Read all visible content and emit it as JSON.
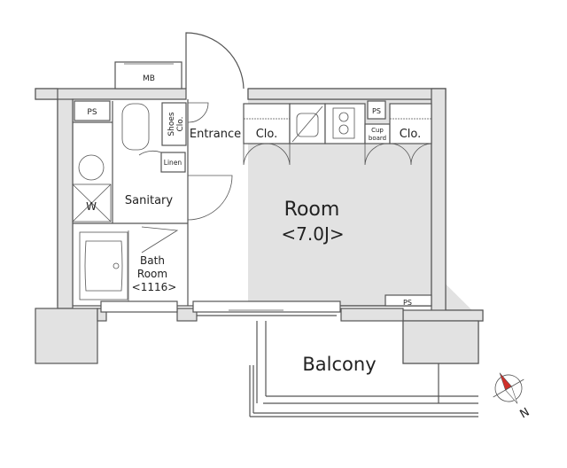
{
  "plan": {
    "rooms": {
      "mb": "MB",
      "ps_top_left": "PS",
      "shoes": "Shoes",
      "shoes_clo": "Clo.",
      "entrance": "Entrance",
      "clo_left": "Clo.",
      "ps_kitchen": "PS",
      "cupboard_1": "Cup",
      "cupboard_2": "board",
      "clo_right": "Clo.",
      "linen": "Linen",
      "washer": "W",
      "sanitary": "Sanitary",
      "bath_1": "Bath",
      "bath_2": "Room",
      "bath_3": "<1116>",
      "room": "Room",
      "room_size": "<7.0J>",
      "ps_room": "PS",
      "balcony": "Balcony",
      "north": "N"
    },
    "colors": {
      "wall": "#e2e2e2",
      "line": "#555555",
      "compass_red": "#d0302a"
    }
  }
}
